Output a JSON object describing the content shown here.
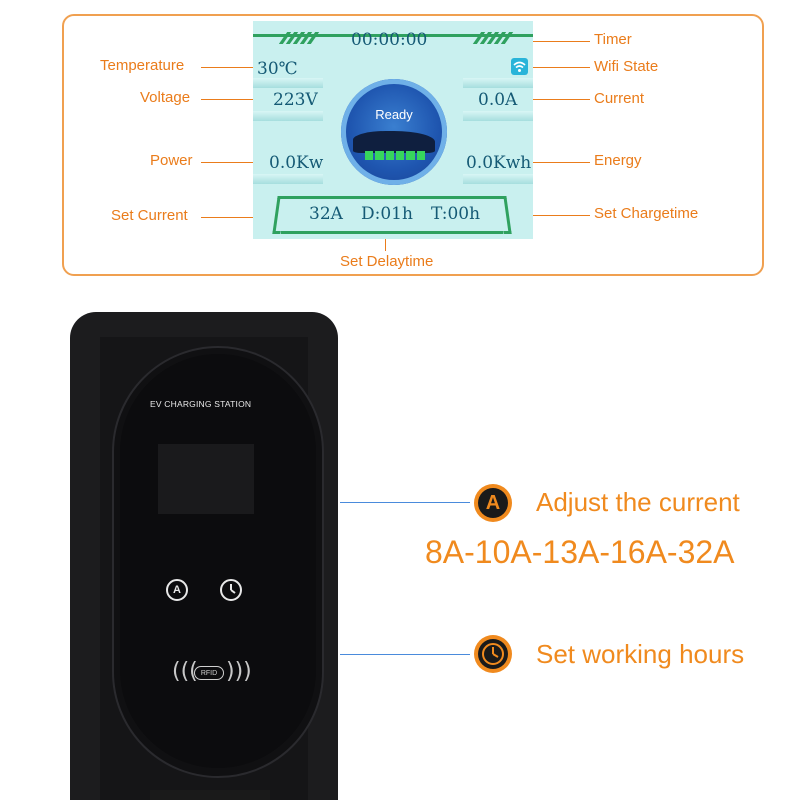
{
  "panel": {
    "labels": {
      "timer": "Timer",
      "wifi_state": "Wifi State",
      "current": "Current",
      "energy": "Energy",
      "set_chargetime": "Set Chargetime",
      "temperature": "Temperature",
      "voltage": "Voltage",
      "power": "Power",
      "set_current": "Set Current",
      "set_delaytime": "Set Delaytime"
    },
    "lcd": {
      "timer_value": "00:00:00",
      "temperature_value": "30℃",
      "voltage_value": "223V",
      "current_value": "0.0A",
      "power_value": "0.0Kw",
      "energy_value": "0.0Kwh",
      "status": "Ready",
      "set_current_value": "32A",
      "delay_value": "D:01h",
      "chargetime_value": "T:00h"
    }
  },
  "device": {
    "title": "EV CHARGING STATION",
    "button_a_glyph": "A",
    "rfid_label": "RFID"
  },
  "annotations": {
    "adjust_icon_letter": "A",
    "adjust_text": "Adjust the current",
    "current_options": "8A-10A-13A-16A-32A",
    "hours_text": "Set working hours"
  },
  "colors": {
    "accent_orange": "#f08a1e",
    "label_orange": "#ea7c1b",
    "lcd_background": "#c9f0ef",
    "lcd_green": "#2fa15f",
    "connector_blue": "#4a8bdc"
  }
}
